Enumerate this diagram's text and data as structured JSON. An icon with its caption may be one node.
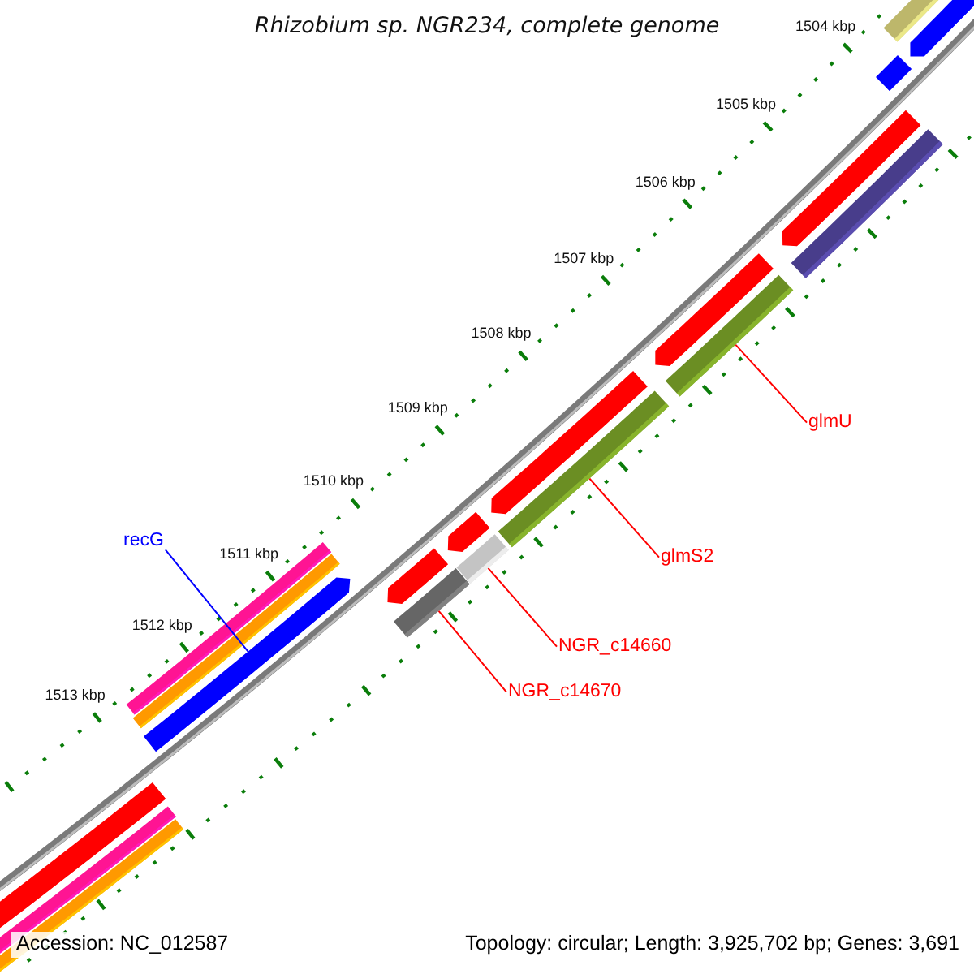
{
  "diagram": {
    "title": "Rhizobium sp. NGR234, complete genome",
    "nodes": [
      {
        "text": [
          "recG"
        ]
      },
      {
        "text": [
          "glmU"
        ]
      },
      {
        "text": [
          "glmS2"
        ]
      },
      {
        "text": [
          "NGR_c14660"
        ]
      },
      {
        "text": [
          "NGR_c14670"
        ]
      },
      {
        "text": [],
        "shape": "bar"
      },
      {
        "text": [],
        "shape": "bar"
      },
      {
        "text": [],
        "shape": "bar"
      },
      {
        "text": [],
        "shape": "bar"
      },
      {
        "text": [],
        "shape": "bar"
      }
    ],
    "edges": [
      {
        "from": 0,
        "to": 9,
        "arrow": "none",
        "color": "#0000ff"
      },
      {
        "from": 1,
        "to": 5,
        "arrow": "none"
      },
      {
        "from": 2,
        "to": 6,
        "arrow": "none"
      },
      {
        "from": 3,
        "to": 7,
        "arrow": "none"
      },
      {
        "from": 4,
        "to": 8,
        "arrow": "none"
      }
    ],
    "labels": [
      "1504 kbp",
      "1505 kbp",
      "1506 kbp",
      "1507 kbp",
      "1508 kbp",
      "1509 kbp",
      "1510 kbp",
      "1511 kbp",
      "1512 kbp",
      "1513 kbp",
      "Accession: NC_012587",
      "Topology: circular; Length: 3,925,702 bp; Genes: 3,691"
    ]
  }
}
